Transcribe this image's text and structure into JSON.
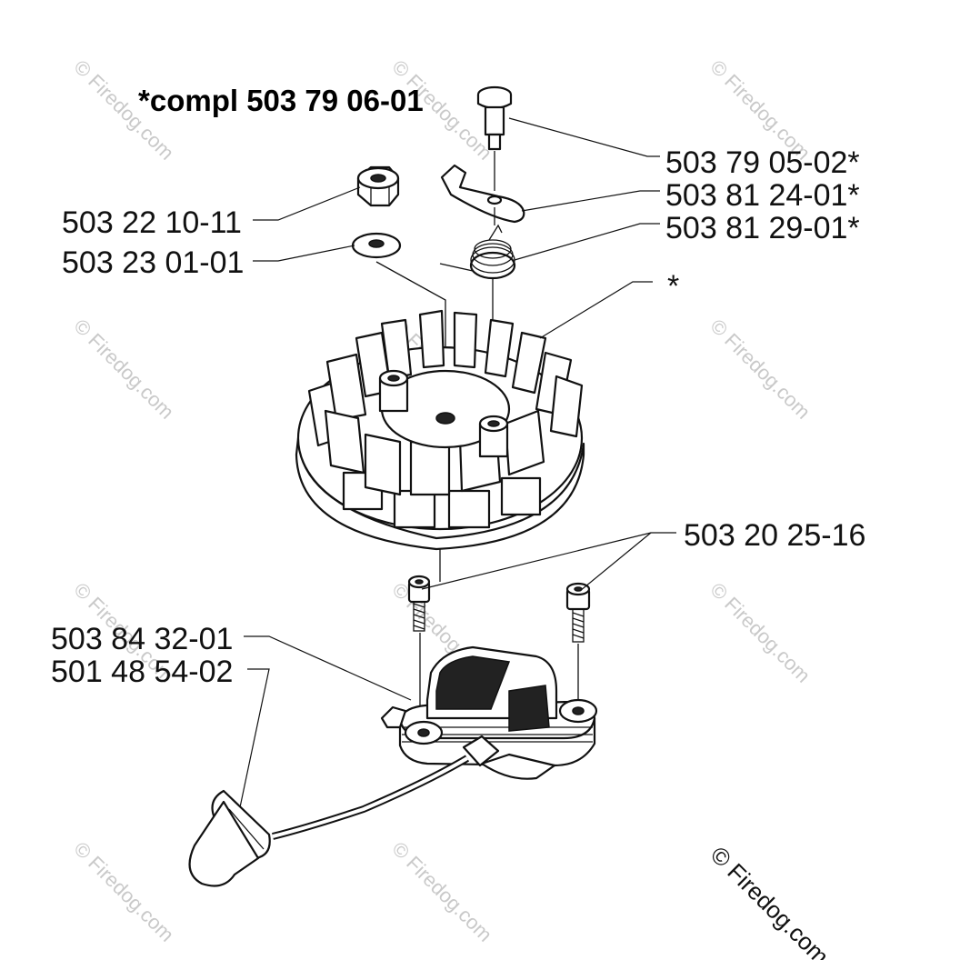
{
  "title": "*compl 503 79 06-01",
  "labels": {
    "pin": "503 79 05-02*",
    "pawl": "503 81 24-01*",
    "spring": "503 81 29-01*",
    "flywheel": "*",
    "nut": "503 22 10-11",
    "washer": "503 23 01-01",
    "screws": "503 20 25-16",
    "module": "503 84 32-01",
    "spark_cap": "501 48 54-02"
  },
  "watermark": {
    "faint": "© Firedog.com",
    "corner": "© Firedog.com"
  }
}
